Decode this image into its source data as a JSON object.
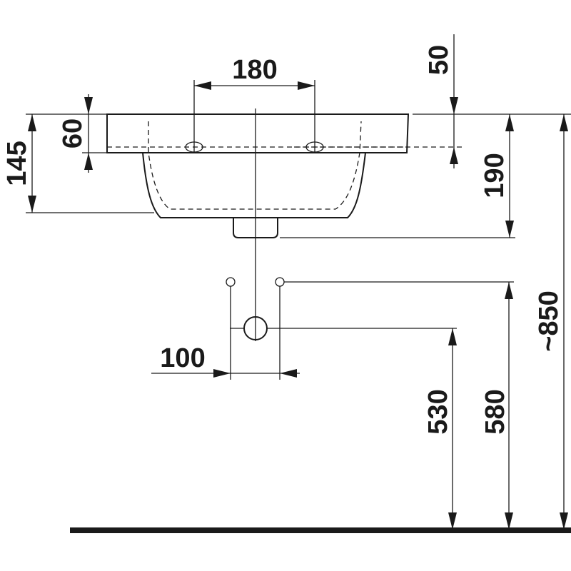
{
  "dimensions": {
    "tap_hole_spacing": "180",
    "overflow_offset": "50",
    "rim_thickness": "60",
    "basin_depth": "145",
    "rim_to_bottom": "190",
    "waste_spacing": "100",
    "waste_height": "530",
    "supply_height": "580",
    "rim_height": "~850"
  },
  "colors": {
    "line": "#1a1a1a",
    "background": "#ffffff"
  }
}
